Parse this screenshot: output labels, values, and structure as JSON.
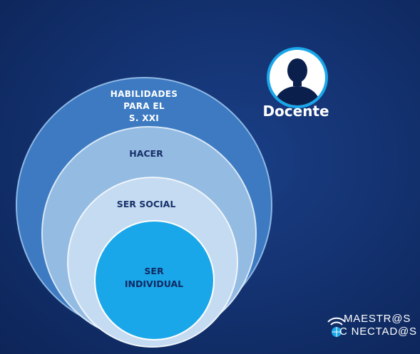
{
  "diagram": {
    "rings": [
      {
        "label": "HABILIDADES\nPARA EL\nS. XXI"
      },
      {
        "label": "HACER"
      },
      {
        "label": "SER SOCIAL"
      },
      {
        "label": "SER\nINDIVIDUAL"
      }
    ]
  },
  "role": {
    "icon": "person-avatar-icon",
    "label": "Docente"
  },
  "brand": {
    "line1": "MAESTR@S",
    "line2": "C NECTAD@S",
    "icon": "wifi-globe-icon"
  },
  "colors": {
    "background": "#143372",
    "ring_outer": "#3d7ac1",
    "ring_second": "#94bbe2",
    "ring_third": "#c5dbf1",
    "ring_inner": "#1aa7ea",
    "text_dark": "#17306a"
  }
}
